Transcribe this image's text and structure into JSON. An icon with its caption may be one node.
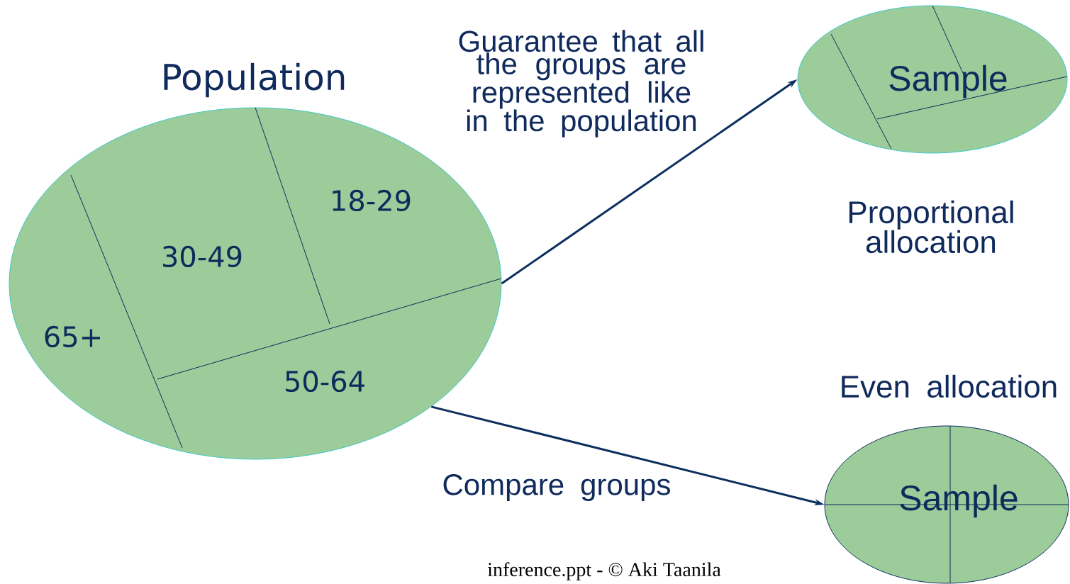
{
  "diagram": {
    "nodes": [
      {
        "text": [
          "Population",
          "18-29",
          "30-49",
          "65+",
          "50-64"
        ]
      },
      {
        "text": [
          "Sample"
        ],
        "beside": [
          "Proportional allocation"
        ]
      },
      {
        "text": [
          "Sample"
        ],
        "beside": [
          "Even allocation"
        ]
      }
    ],
    "edges": [
      {
        "from": 0,
        "to": 1,
        "arrow": "to",
        "label": "Guarantee that all the groups are represented like in the population"
      },
      {
        "from": 0,
        "to": 2,
        "arrow": "to",
        "label": "Compare groups"
      }
    ],
    "labels": [
      "inference.ppt - © Aki Taanila"
    ]
  }
}
